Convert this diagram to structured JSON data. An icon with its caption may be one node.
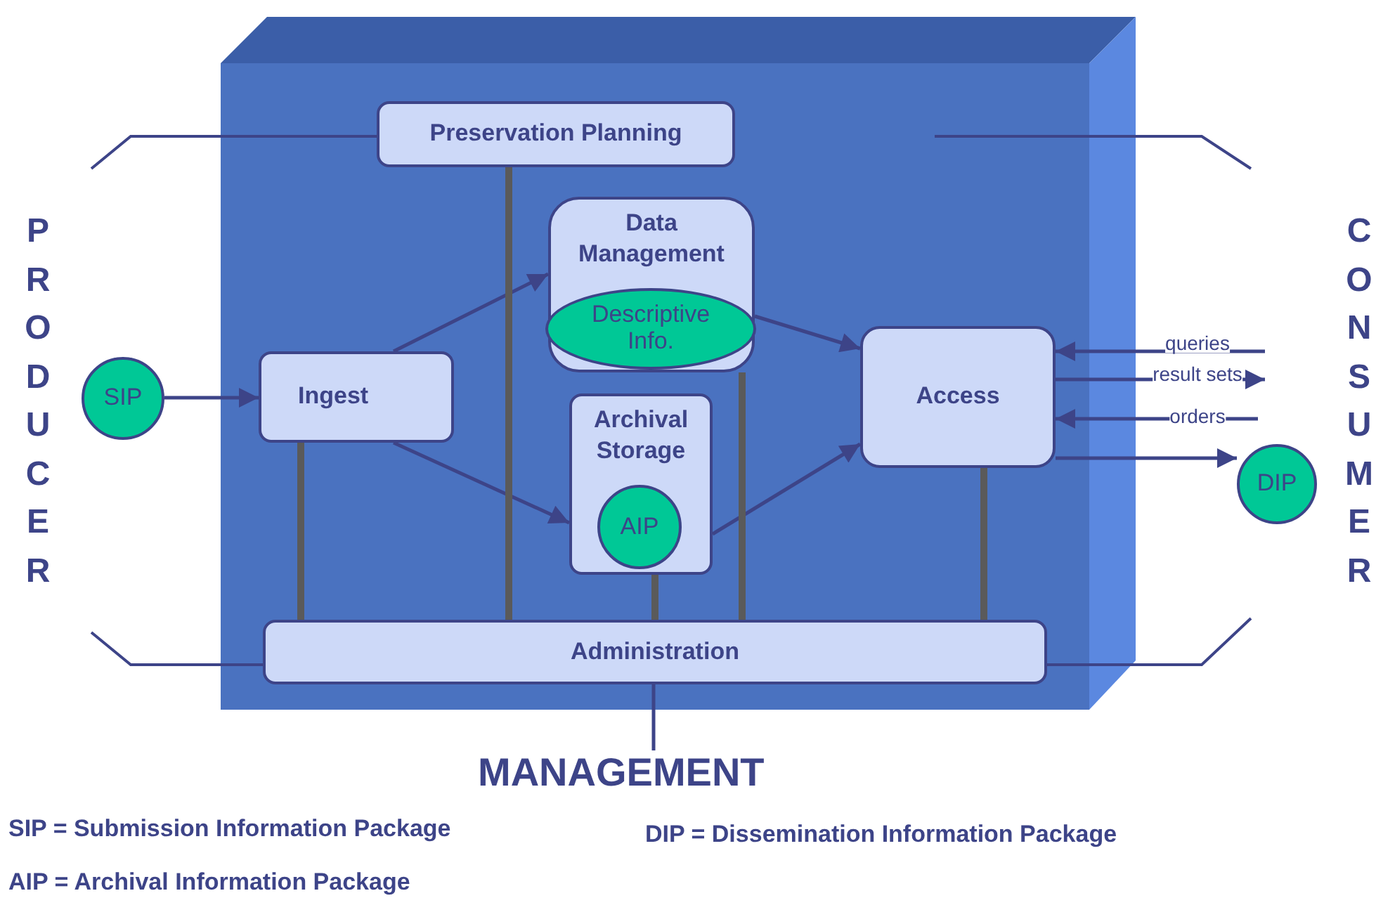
{
  "diagram": {
    "nodes": [
      {
        "text": [
          "PRODUCER"
        ]
      },
      {
        "text": [
          "CONSUMER"
        ]
      },
      {
        "text": [
          "MANAGEMENT"
        ]
      },
      {
        "text": [
          "Preservation Planning"
        ]
      },
      {
        "text": [
          "Data Management"
        ]
      },
      {
        "text": [
          "Descriptive Info."
        ],
        "in": 4
      },
      {
        "text": [
          "Ingest"
        ]
      },
      {
        "text": [
          "Archival Storage"
        ]
      },
      {
        "text": [
          "AIP"
        ],
        "in": 7
      },
      {
        "text": [
          "Access"
        ]
      },
      {
        "text": [
          "Administration"
        ]
      },
      {
        "text": [
          "SIP"
        ]
      },
      {
        "text": [
          "DIP"
        ]
      }
    ],
    "edges": [
      {
        "from": 11,
        "to": 6,
        "arrow": "to"
      },
      {
        "from": 6,
        "to": 4,
        "arrow": "to"
      },
      {
        "from": 6,
        "to": 7,
        "arrow": "to"
      },
      {
        "from": 4,
        "to": 9,
        "arrow": "to"
      },
      {
        "from": 7,
        "to": 9,
        "arrow": "to"
      },
      {
        "from": 3,
        "to": 10,
        "arrow": "none",
        "style": "thick",
        "color": "#5a5a5a"
      },
      {
        "from": 6,
        "to": 10,
        "arrow": "none",
        "style": "thick",
        "color": "#5a5a5a"
      },
      {
        "from": 7,
        "to": 10,
        "arrow": "none",
        "style": "thick",
        "color": "#5a5a5a"
      },
      {
        "from": 4,
        "to": 10,
        "arrow": "none",
        "style": "thick",
        "color": "#5a5a5a"
      },
      {
        "from": 9,
        "to": 10,
        "arrow": "none",
        "style": "thick",
        "color": "#5a5a5a"
      },
      {
        "from": 10,
        "to": 2,
        "arrow": "none"
      },
      {
        "from": null,
        "to": 9,
        "arrow": "to",
        "label": "queries"
      },
      {
        "from": 9,
        "to": null,
        "arrow": "to",
        "label": "result sets"
      },
      {
        "from": null,
        "to": 9,
        "arrow": "to",
        "label": "orders"
      },
      {
        "from": 9,
        "to": 12,
        "arrow": "to"
      }
    ],
    "labels": [
      "SIP = Submission Information Package",
      "DIP = Dissemination Information Package",
      "AIP = Archival Information Package"
    ]
  }
}
